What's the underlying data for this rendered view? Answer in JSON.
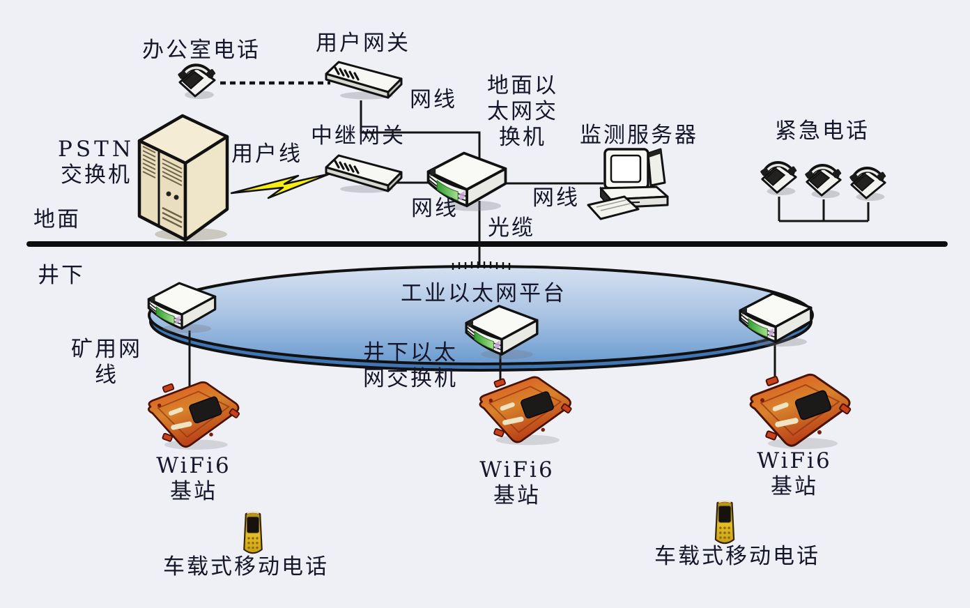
{
  "labels": {
    "office_phone": "办公室电话",
    "user_gateway": "用户网关",
    "cable_gateway": "网线",
    "relay_gateway": "中继网关",
    "surface_switch": [
      "地面以",
      "太网交",
      "换机"
    ],
    "monitor_server": "监测服务器",
    "emergency_phone": "紧急电话",
    "pstn_switch": [
      "PSTN",
      "交换机"
    ],
    "subscriber_line": "用户线",
    "cable_relay": "网线",
    "cable_server": "网线",
    "optical_cable": "光缆",
    "ground": "地面",
    "underground": "井下",
    "platform": "工业以太网平台",
    "mine_cable": [
      "矿用网",
      "线"
    ],
    "underground_switch": [
      "井下以太",
      "网交换机"
    ],
    "wifi6_station": [
      "WiFi6",
      "基站"
    ],
    "vehicle_phone": "车载式移动电话"
  },
  "icons": {
    "desk_phone": "desk-phone",
    "gateway": "rack-gateway",
    "ethernet_switch": "ethernet-switch",
    "server_pc": "desktop-computer",
    "pstn_tower": "tower-server",
    "wifi_ap": "wifi6-access-point",
    "mobile": "handheld-phone",
    "lightning": "lightning-bolt",
    "platform_ellipse": "industrial-ethernet-platform"
  },
  "colors": {
    "background": "#eef0f5",
    "platform_top": "#d3dff0",
    "platform_bottom": "#6b9bd0",
    "platform_rim": "#4076b4",
    "ap_orange": "#d85a20",
    "phone_yellow": "#dcae1e",
    "bolt_yellow": "#f7ee11",
    "tower_beige": "#ede3c6",
    "line_black": "#141414"
  }
}
